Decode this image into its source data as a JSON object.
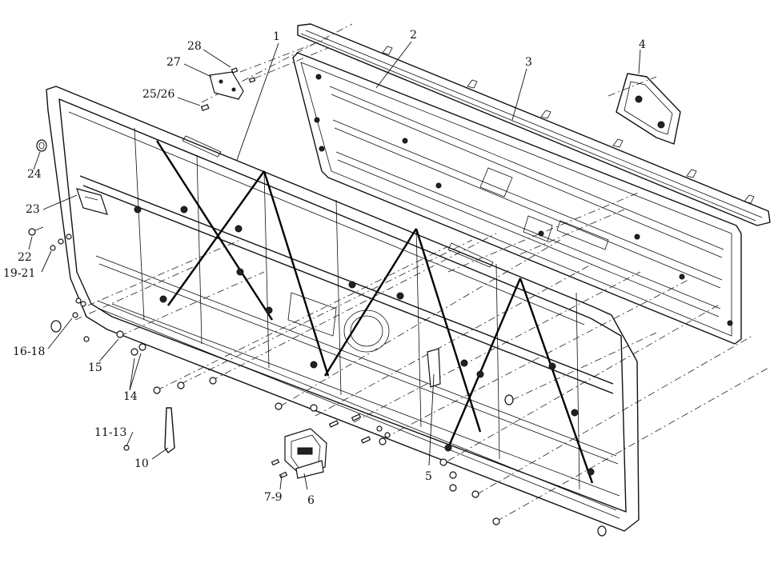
{
  "diagram": {
    "labels": {
      "l1": "1",
      "l2": "2",
      "l3": "3",
      "l4": "4",
      "l5": "5",
      "l6": "6",
      "l7_9": "7-9",
      "l10": "10",
      "l11_13": "11-13",
      "l14": "14",
      "l15": "15",
      "l16_18": "16-18",
      "l19_21": "19-21",
      "l22": "22",
      "l23": "23",
      "l24": "24",
      "l25_26": "25/26",
      "l27": "27",
      "l28": "28"
    }
  }
}
